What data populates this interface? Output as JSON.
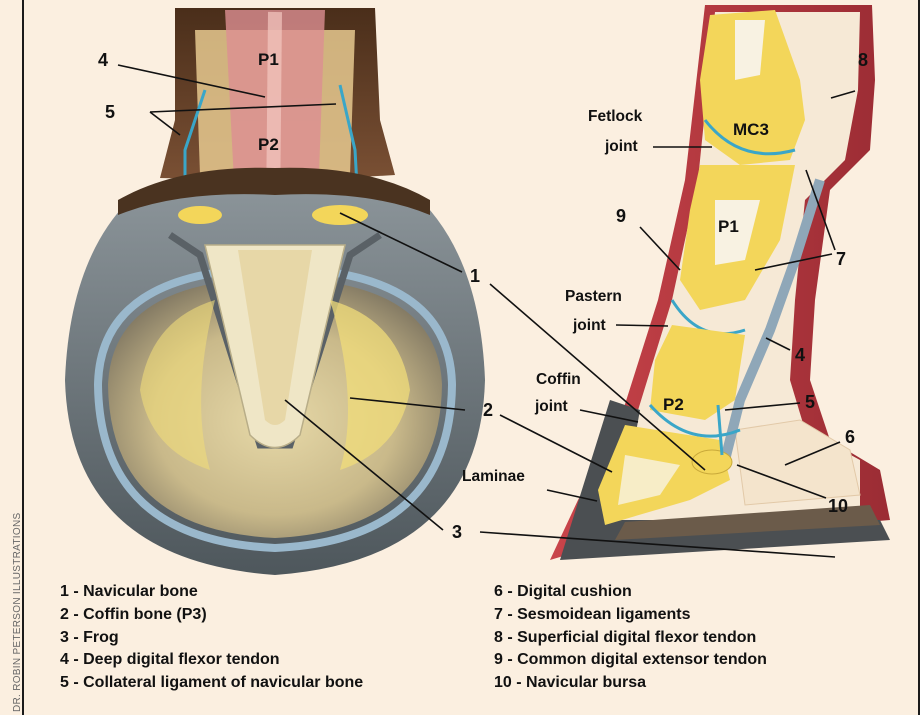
{
  "credit": "DR. ROBIN PETERSON ILLUSTRATIONS",
  "bone_labels": {
    "p1_left": "P1",
    "p2_left": "P2",
    "mc3": "MC3",
    "p1_right": "P1",
    "p2_right": "P2"
  },
  "joint_labels": {
    "fetlock": [
      "Fetlock",
      "joint"
    ],
    "pastern": [
      "Pastern",
      "joint"
    ],
    "coffin": [
      "Coffin",
      "joint"
    ],
    "laminae": "Laminae"
  },
  "callout_numbers": {
    "n1": "1",
    "n2": "2",
    "n3": "3",
    "n4_left": "4",
    "n4_right": "4",
    "n5_left": "5",
    "n5_right": "5",
    "n6": "6",
    "n7": "7",
    "n8": "8",
    "n9": "9",
    "n10": "10"
  },
  "legend": {
    "left": [
      "1 - Navicular bone",
      "2 - Coffin bone (P3)",
      "3 - Frog",
      "4 - Deep digital flexor tendon",
      "5 - Collateral ligament of navicular bone"
    ],
    "right": [
      "6 - Digital cushion",
      "7 - Sesmoidean ligaments",
      "8 - Superficial digital flexor tendon",
      "9 - Common digital extensor tendon",
      "10 - Navicular bursa"
    ]
  },
  "colors": {
    "background": "#fbefe0",
    "bone": "#f3d65a",
    "hoof_wall": "#6f7a80",
    "skin": "#5a3a22",
    "tendon": "#d88a8a",
    "cartilage": "#3aa6c8"
  }
}
